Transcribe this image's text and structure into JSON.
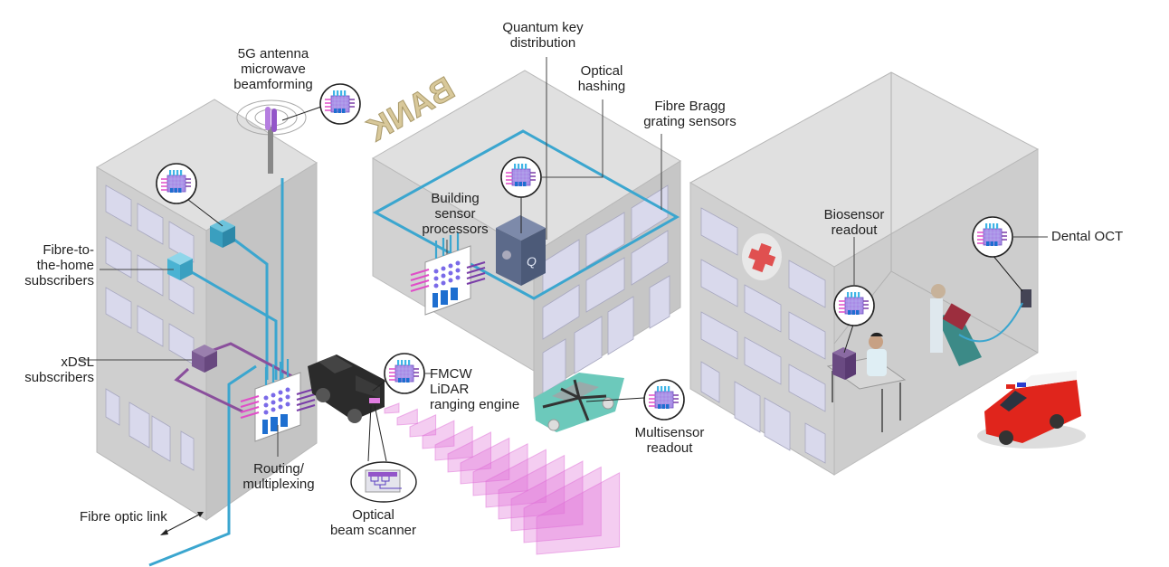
{
  "title": "Photonic integrated circuit applications in a city",
  "colors": {
    "building_left": "#c9c9c9",
    "building_right": "#d6d6d6",
    "building_top": "#e2e2e2",
    "window": "#d8d8ea",
    "fibre": "#3ba6cf",
    "xdsl": "#8a4f9c",
    "pink": "#e070d8",
    "chip_purple": "#9b6fd6",
    "chip_blue": "#2d8de0",
    "cross_red": "#e05050",
    "bank_gold": "#d8c89a",
    "qkd_box": "#5c6a8a",
    "jeep": "#2b2b2b",
    "teal_car": "#6cc9bb",
    "ambulance_red": "#e0251c"
  },
  "labels": {
    "antenna": "5G antenna\nmicrowave\nbeamforming",
    "ftth": "Fibre-to-\nthe-home\nsubscribers",
    "xdsl": "xDSL\nsubscribers",
    "routing": "Routing/\nmultiplexing",
    "fibre_link": "Fibre optic link",
    "qkd": "Quantum key\ndistribution",
    "hashing": "Optical\nhashing",
    "fbg": "Fibre Bragg\ngrating sensors",
    "bsp": "Building\nsensor\nprocessors",
    "lidar": "FMCW\nLiDAR\nranging engine",
    "scanner": "Optical\nbeam scanner",
    "multisensor": "Multisensor\nreadout",
    "biosensor": "Biosensor\nreadout",
    "dental": "Dental OCT"
  },
  "signs": {
    "bank": "BANK",
    "qkd_letter": "Q"
  },
  "icons": [
    "chip-icon",
    "antenna-icon",
    "cube-node-icon",
    "router-chip-icon",
    "safe-icon",
    "jeep-icon",
    "car-icon",
    "ambulance-icon",
    "red-cross-icon",
    "lidar-beam-icon",
    "beam-scanner-icon",
    "dental-chair-icon",
    "scientist-icon"
  ]
}
